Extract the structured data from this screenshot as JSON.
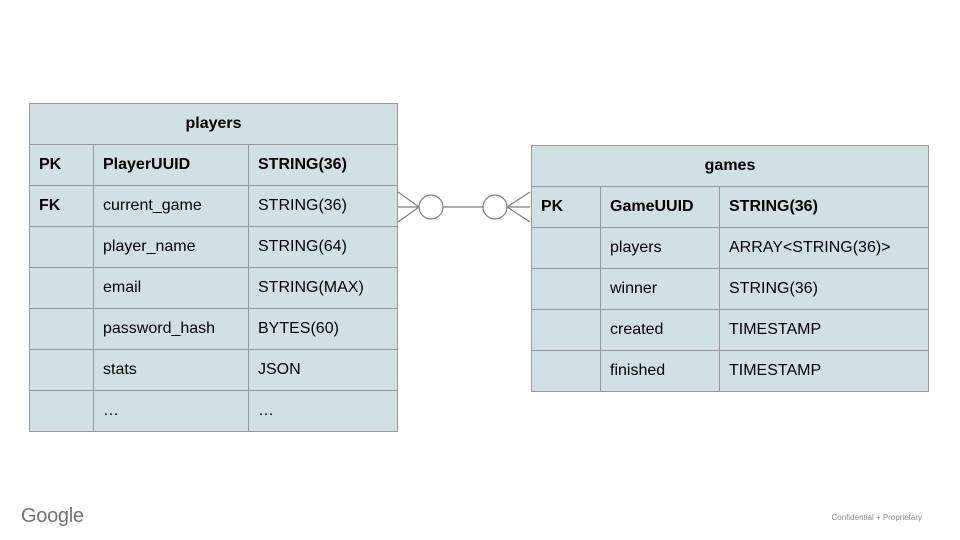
{
  "diagram": {
    "tables": {
      "players": {
        "title": "players",
        "rows": [
          {
            "key": "PK",
            "name": "PlayerUUID",
            "type": "STRING(36)"
          },
          {
            "key": "FK",
            "name": "current_game",
            "type": "STRING(36)"
          },
          {
            "key": "",
            "name": "player_name",
            "type": "STRING(64)"
          },
          {
            "key": "",
            "name": "email",
            "type": "STRING(MAX)"
          },
          {
            "key": "",
            "name": "password_hash",
            "type": "BYTES(60)"
          },
          {
            "key": "",
            "name": "stats",
            "type": "JSON"
          },
          {
            "key": "",
            "name": "…",
            "type": "…"
          }
        ]
      },
      "games": {
        "title": "games",
        "rows": [
          {
            "key": "PK",
            "name": "GameUUID",
            "type": "STRING(36)"
          },
          {
            "key": "",
            "name": "players",
            "type": "ARRAY<STRING(36)>"
          },
          {
            "key": "",
            "name": "winner",
            "type": "STRING(36)"
          },
          {
            "key": "",
            "name": "created",
            "type": "TIMESTAMP"
          },
          {
            "key": "",
            "name": "finished",
            "type": "TIMESTAMP"
          }
        ]
      }
    },
    "relationship": {
      "left_cardinality": "zero-or-many",
      "right_cardinality": "zero-or-many"
    },
    "colors": {
      "cell_fill": "#d0e0e3",
      "cell_border": "#999999",
      "connector_stroke": "#808080",
      "text": "#000000"
    }
  },
  "footer": {
    "brand": "Google",
    "note": "Confidential + Proprietary"
  }
}
